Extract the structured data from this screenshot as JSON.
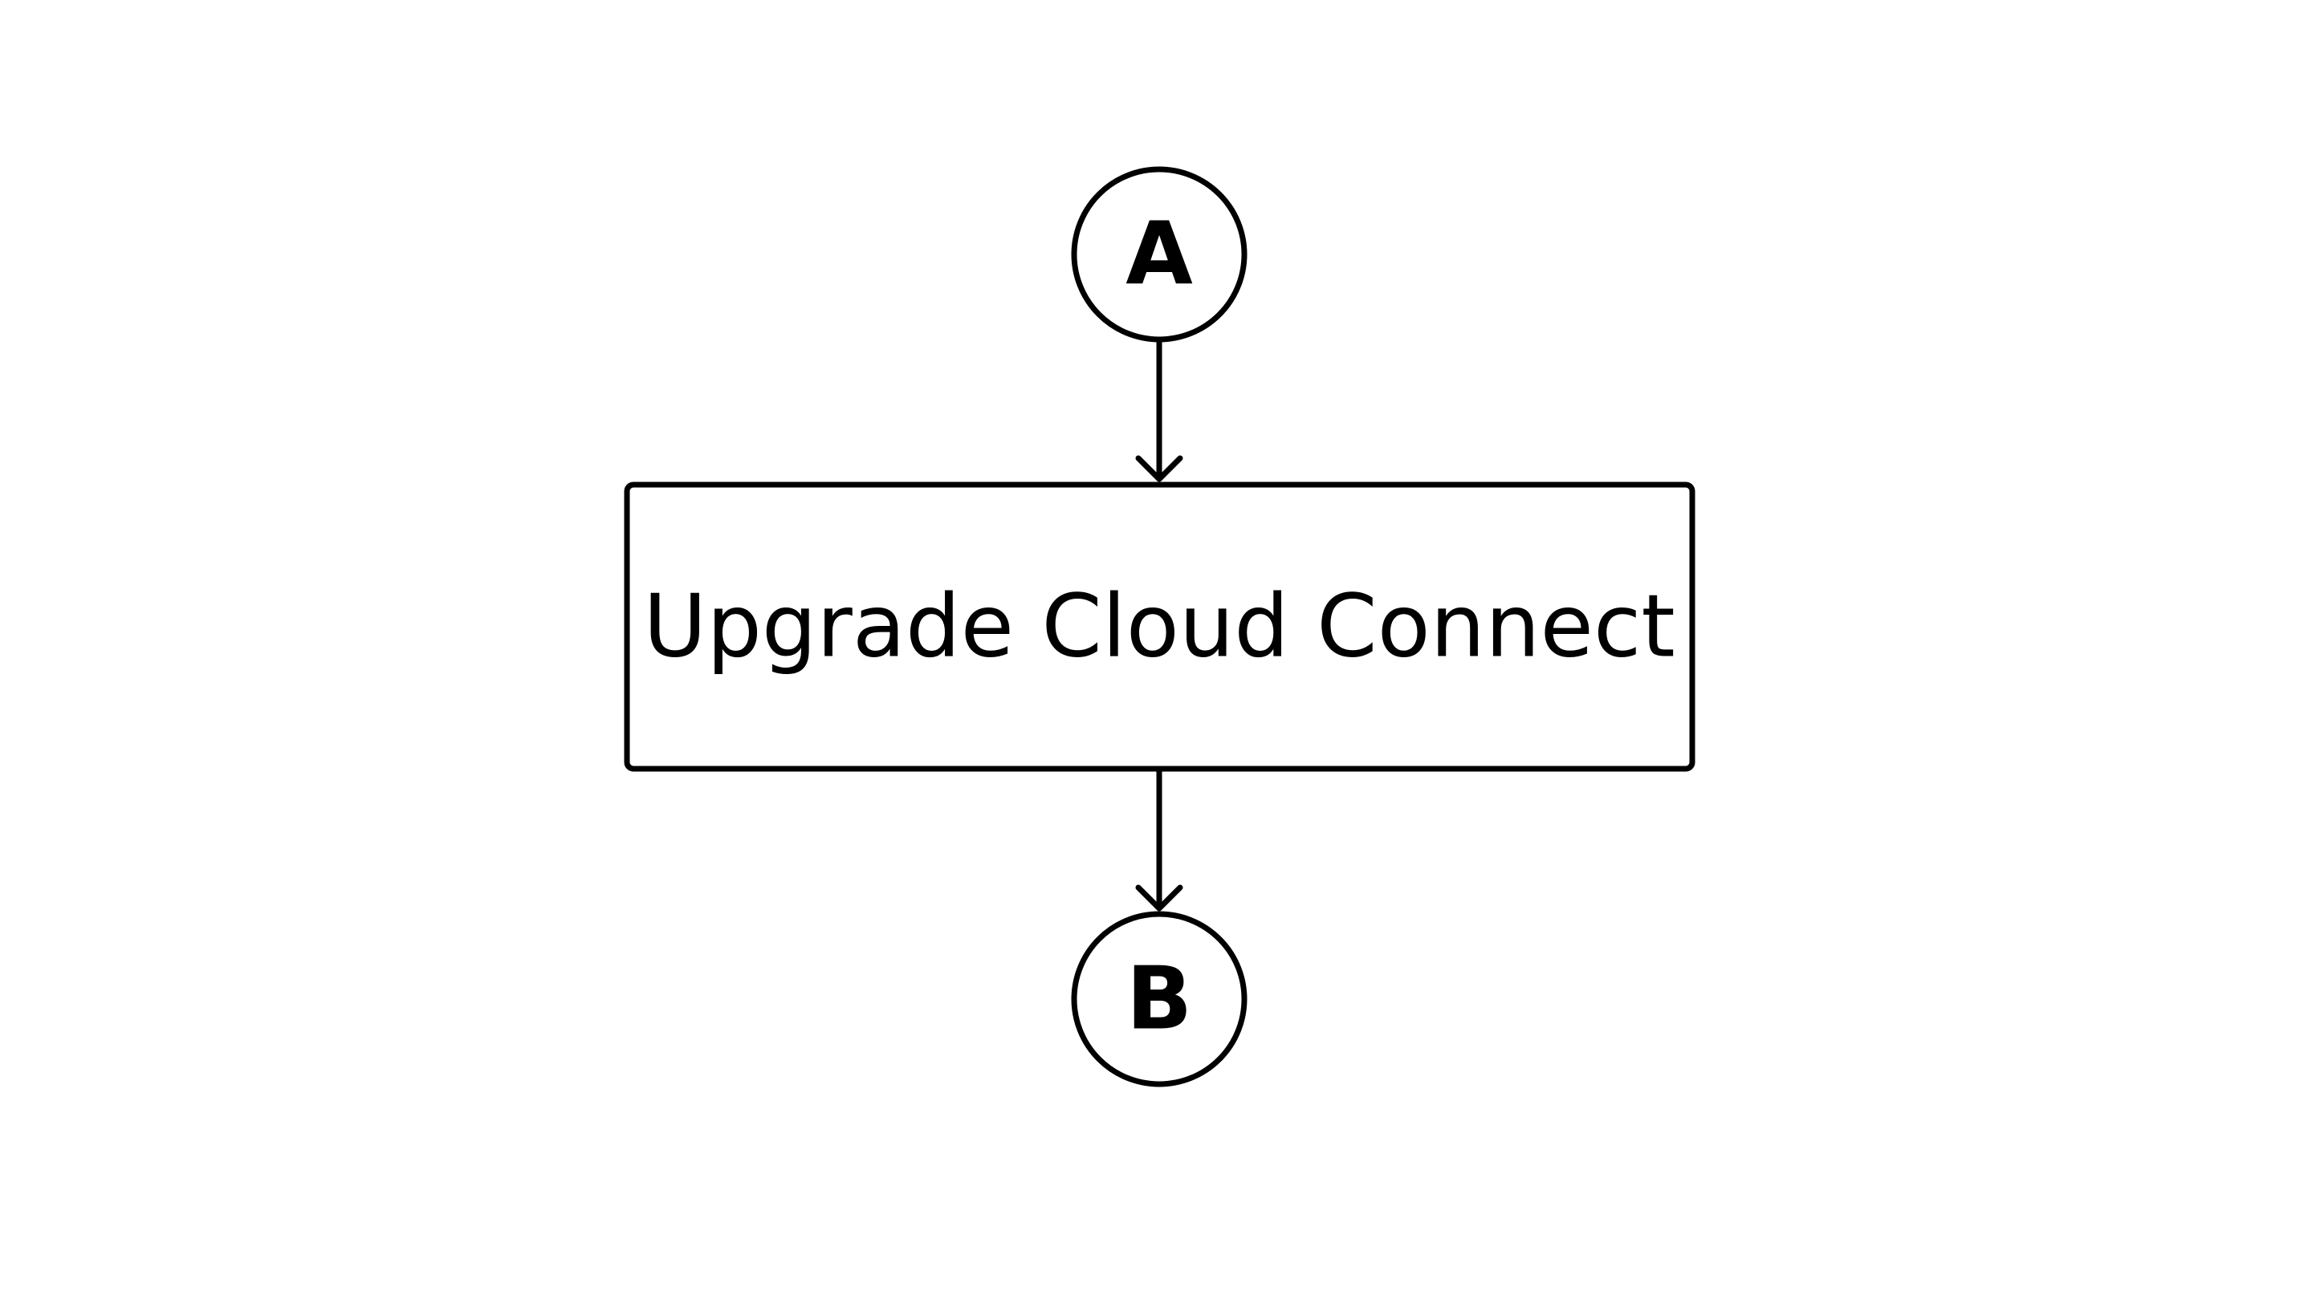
{
  "diagram": {
    "type": "flowchart",
    "nodes": [
      {
        "id": "A",
        "kind": "connector",
        "label": "A"
      },
      {
        "id": "step1",
        "kind": "process",
        "label": "Upgrade Cloud Connect"
      },
      {
        "id": "B",
        "kind": "connector",
        "label": "B"
      }
    ],
    "edges": [
      {
        "from": "A",
        "to": "step1"
      },
      {
        "from": "step1",
        "to": "B"
      }
    ],
    "colors": {
      "stroke": "#000000",
      "fill": "#ffffff"
    }
  }
}
